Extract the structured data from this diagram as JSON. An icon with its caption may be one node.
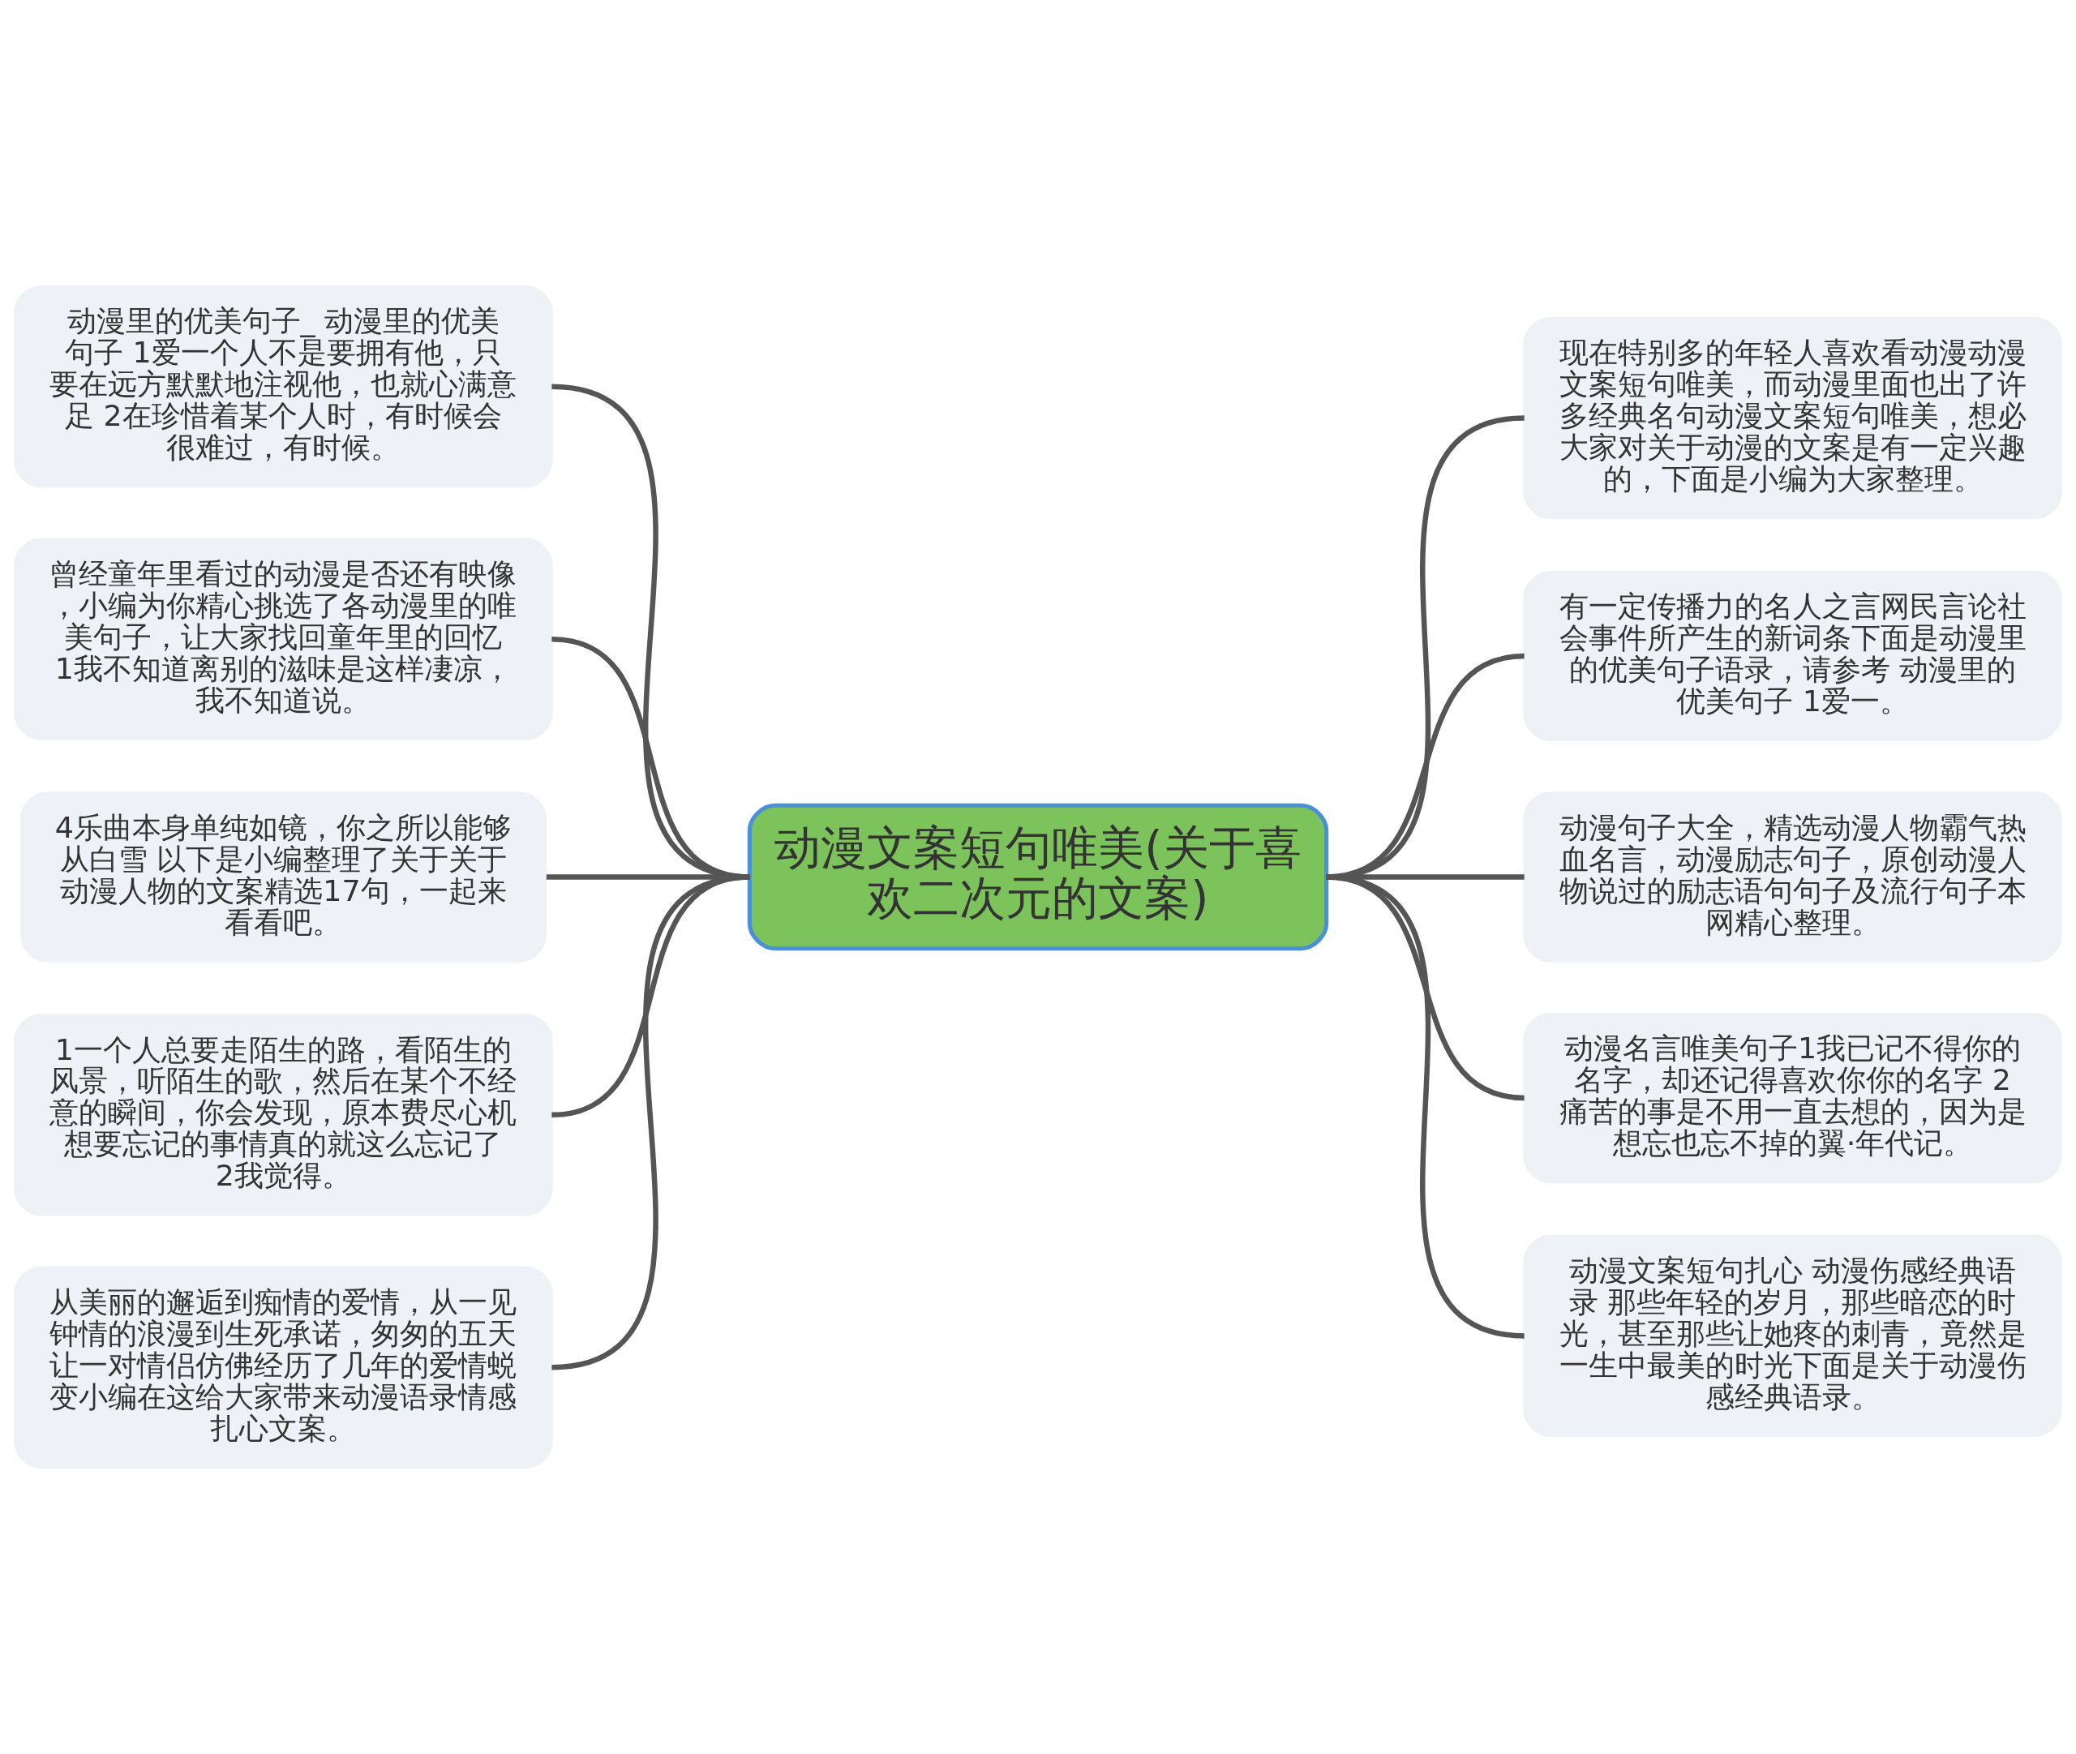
{
  "diagram": {
    "nodes": [
      {
        "text": [
          "动漫文案短句唯美(关于喜欢二次元的文案)"
        ]
      },
      {
        "text": [
          "动漫里的优美句子_ 动漫里的优美句子 1爱一个人不是要拥有他，只要在远方默默地注视他，也就心满意足 2在珍惜着某个人时，有时候会很难过，有时候。"
        ]
      },
      {
        "text": [
          "曾经童年里看过的动漫是否还有映像，小编为你精心挑选了各动漫里的唯美句子，让大家找回童年里的回忆 1我不知道离别的滋味是这样凄凉，我不知道说。"
        ]
      },
      {
        "text": [
          "4乐曲本身单纯如镜，你之所以能够从白雪 以下是小编整理了关于关于动漫人物的文案精选17句，一起来看看吧。"
        ]
      },
      {
        "text": [
          "1一个人总要走陌生的路，看陌生的风景，听陌生的歌，然后在某个不经意的瞬间，你会发现，原本费尽心机想要忘记的事情真的就这么忘记了 2我觉得。"
        ]
      },
      {
        "text": [
          "从美丽的邂逅到痴情的爱情，从一见钟情的浪漫到生死承诺，匆匆的五天让一对情侣仿佛经历了几年的爱情蜕变小编在这给大家带来动漫语录情感扎心文案。"
        ]
      },
      {
        "text": [
          "现在特别多的年轻人喜欢看动漫动漫文案短句唯美，而动漫里面也出了许多经典名句动漫文案短句唯美，想必大家对关于动漫的文案是有一定兴趣的，下面是小编为大家整理。"
        ]
      },
      {
        "text": [
          "有一定传播力的名人之言网民言论社会事件所产生的新词条下面是动漫里的优美句子语录，请参考 动漫里的优美句子 1爱一。"
        ]
      },
      {
        "text": [
          "动漫句子大全，精选动漫人物霸气热血名言，动漫励志句子，原创动漫人物说过的励志语句句子及流行句子本网精心整理。"
        ]
      },
      {
        "text": [
          "动漫名言唯美句子1我已记不得你的名字，却还记得喜欢你你的名字 2痛苦的事是不用一直去想的，因为是想忘也忘不掉的翼·年代记。"
        ]
      },
      {
        "text": [
          "动漫文案短句扎心 动漫伤感经典语录 那些年轻的岁月，那些暗恋的时光，甚至那些让她疼的刺青，竟然是一生中最美的时光下面是关于动漫伤感经典语录。"
        ]
      }
    ],
    "edges": [
      {
        "from": 1,
        "to": 0,
        "arrow": "none"
      },
      {
        "from": 2,
        "to": 0,
        "arrow": "none"
      },
      {
        "from": 3,
        "to": 0,
        "arrow": "none"
      },
      {
        "from": 4,
        "to": 0,
        "arrow": "none"
      },
      {
        "from": 5,
        "to": 0,
        "arrow": "none"
      },
      {
        "from": 0,
        "to": 6,
        "arrow": "none"
      },
      {
        "from": 0,
        "to": 7,
        "arrow": "none"
      },
      {
        "from": 0,
        "to": 8,
        "arrow": "none"
      },
      {
        "from": 0,
        "to": 9,
        "arrow": "none"
      },
      {
        "from": 0,
        "to": 10,
        "arrow": "none"
      }
    ]
  }
}
